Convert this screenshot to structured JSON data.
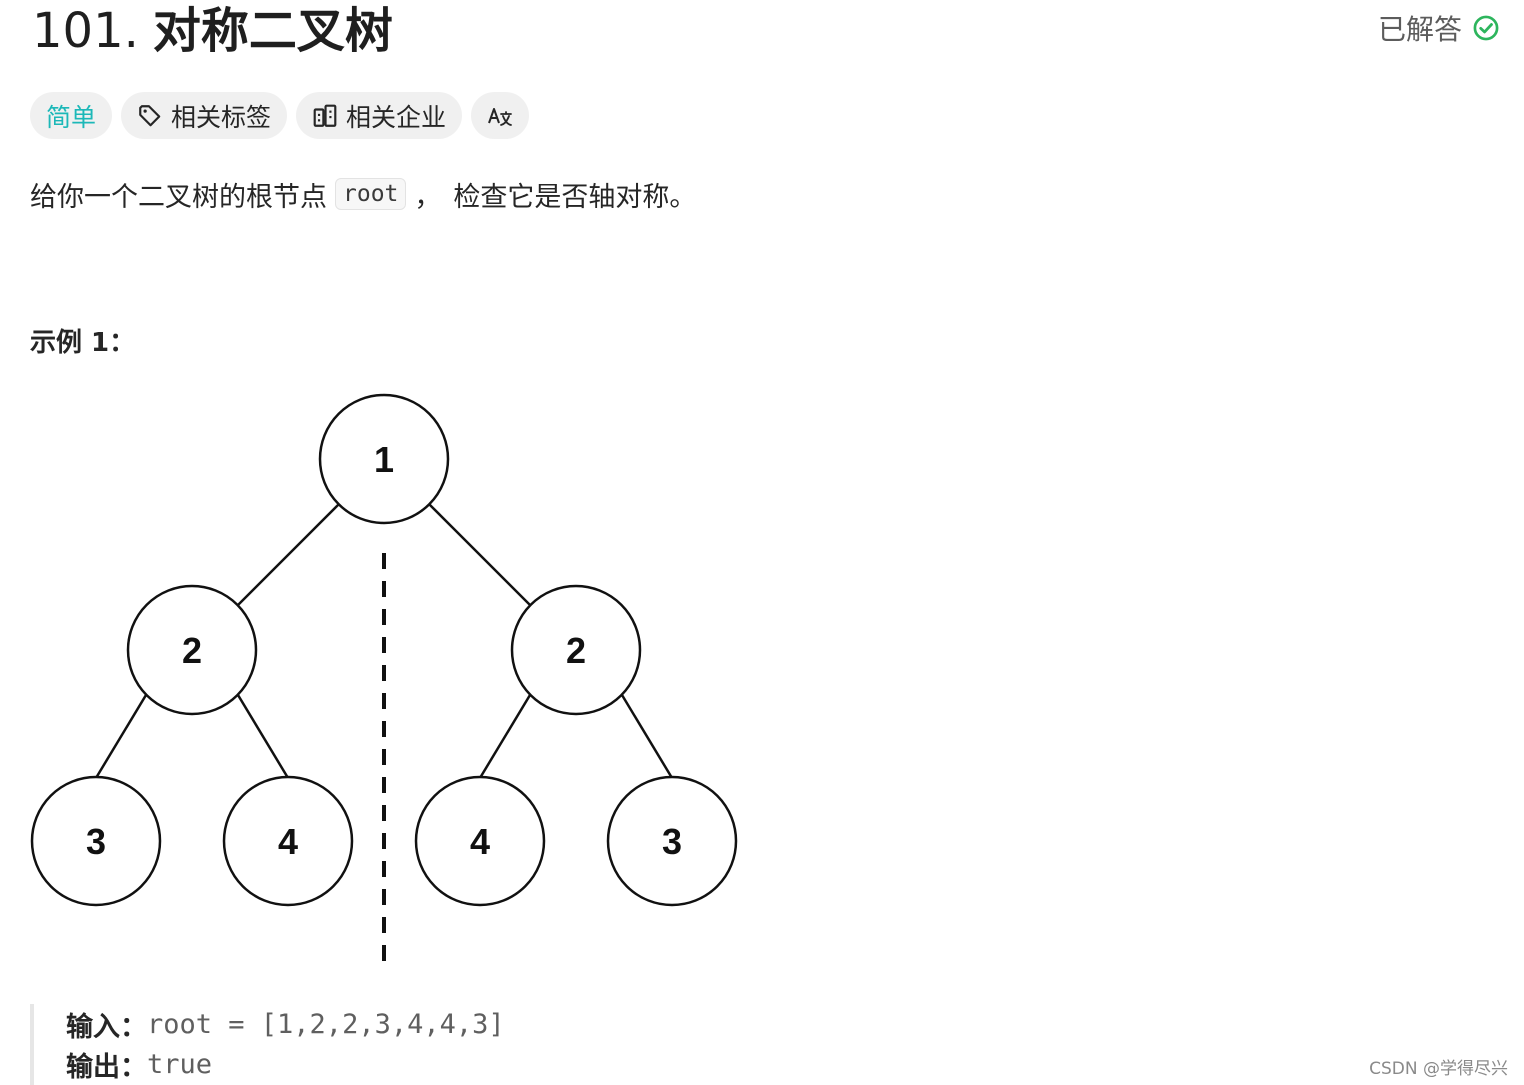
{
  "header": {
    "number": "101.",
    "title": "对称二叉树",
    "status": "已解答"
  },
  "tags": {
    "difficulty": "简单",
    "related_tags": "相关标签",
    "related_companies": "相关企业",
    "translate_icon": "Aあ"
  },
  "description": {
    "before": "给你一个二叉树的根节点",
    "code": "root",
    "comma": "，",
    "after": "检查它是否轴对称。"
  },
  "example": {
    "title": "示例 1：",
    "input_label": "输入：",
    "input_value": "root = [1,2,2,3,4,4,3]",
    "output_label": "输出：",
    "output_value": "true"
  },
  "tree": {
    "nodes": [
      "1",
      "2",
      "2",
      "3",
      "4",
      "4",
      "3"
    ]
  },
  "watermark": "CSDN @学得尽兴",
  "colors": {
    "easy": "#1cb8b8",
    "solved_check": "#2db55d"
  }
}
